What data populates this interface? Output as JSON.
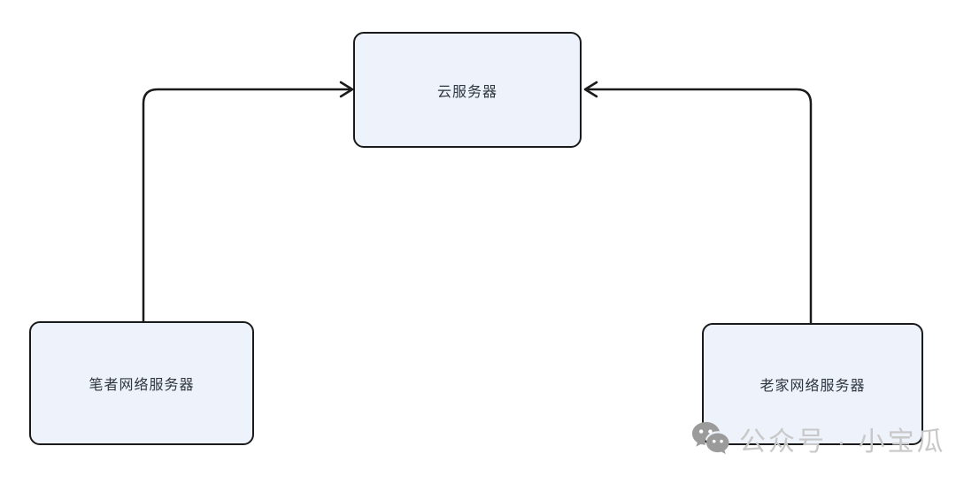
{
  "diagram": {
    "nodes": [
      {
        "id": "cloud",
        "label": "云服务器"
      },
      {
        "id": "author",
        "label": "笔者网络服务器"
      },
      {
        "id": "hometown",
        "label": "老家网络服务器"
      }
    ],
    "edges": [
      {
        "from": "author",
        "to": "cloud"
      },
      {
        "from": "hometown",
        "to": "cloud"
      }
    ]
  },
  "watermark": {
    "icon": "wechat-icon",
    "text": "公众号 · 小宝瓜"
  },
  "colors": {
    "node_fill": "#EDF2FB",
    "node_border": "#1A1A1A",
    "node_text": "#2F3640",
    "edge": "#1A1A1A",
    "watermark_text": "#C8C8C8",
    "watermark_icon": "#9B9B9B",
    "background": "#FFFFFF"
  }
}
